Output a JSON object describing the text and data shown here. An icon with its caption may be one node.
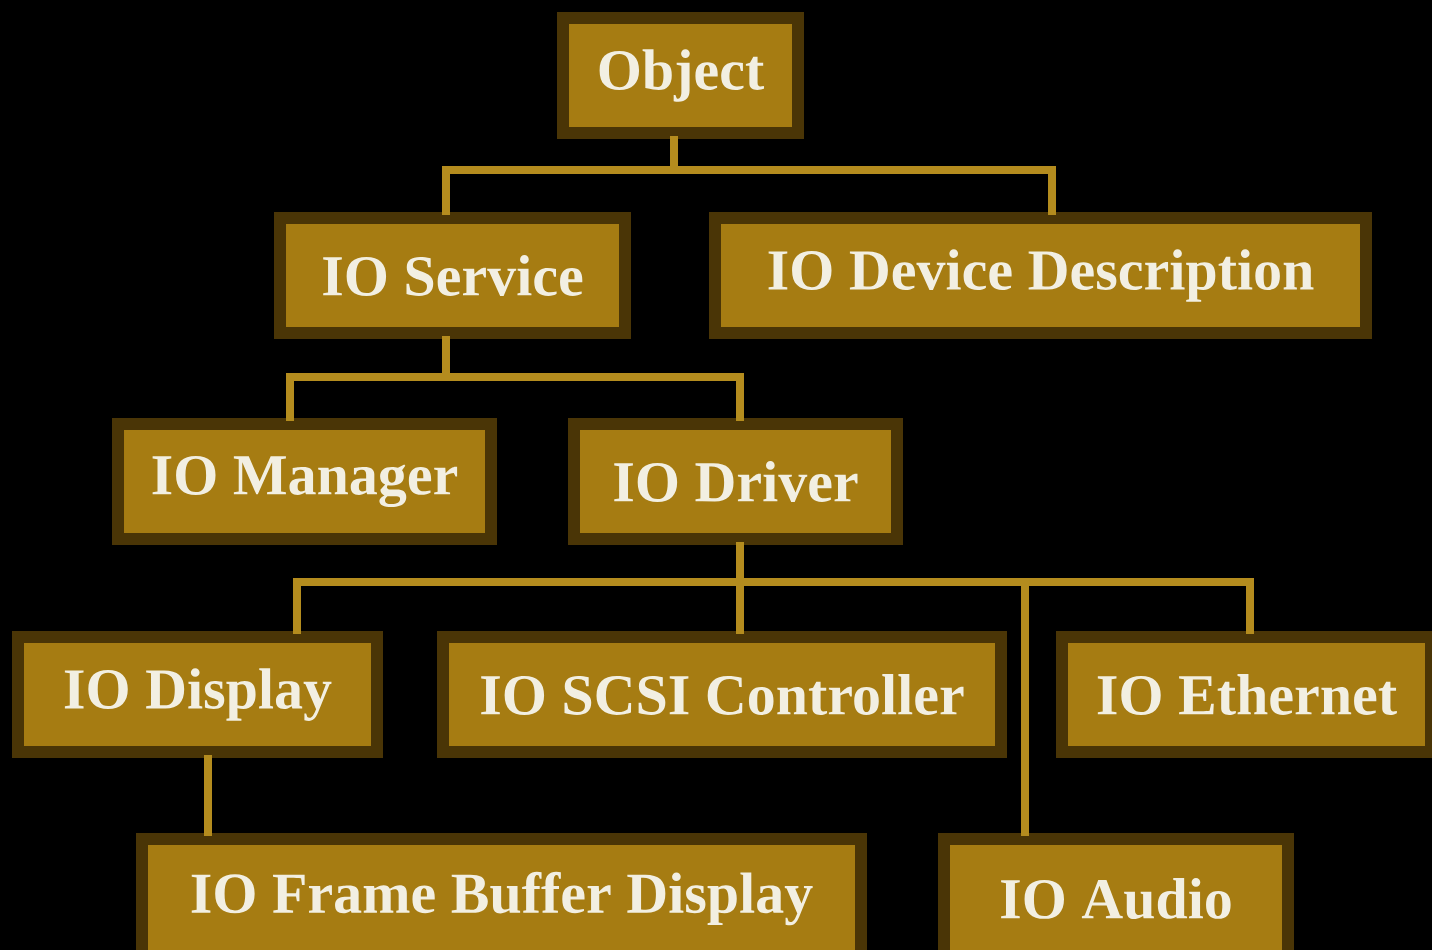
{
  "diagram": {
    "nodes": [
      {
        "text": [
          "Object"
        ]
      },
      {
        "text": [
          "IO Service"
        ]
      },
      {
        "text": [
          "IO Device Description"
        ]
      },
      {
        "text": [
          "IO Manager"
        ]
      },
      {
        "text": [
          "IO Driver"
        ]
      },
      {
        "text": [
          "IO Display"
        ]
      },
      {
        "text": [
          "IO SCSI Controller"
        ]
      },
      {
        "text": [
          "IO Ethernet"
        ]
      },
      {
        "text": [
          "IO Frame Buffer Display"
        ]
      },
      {
        "text": [
          "IO Audio"
        ]
      }
    ],
    "edges": [
      {
        "from": 0,
        "to": 1,
        "arrow": "none"
      },
      {
        "from": 0,
        "to": 2,
        "arrow": "none"
      },
      {
        "from": 1,
        "to": 3,
        "arrow": "none"
      },
      {
        "from": 1,
        "to": 4,
        "arrow": "none"
      },
      {
        "from": 4,
        "to": 5,
        "arrow": "none"
      },
      {
        "from": 4,
        "to": 6,
        "arrow": "none"
      },
      {
        "from": 4,
        "to": 7,
        "arrow": "none"
      },
      {
        "from": 4,
        "to": 9,
        "arrow": "none"
      },
      {
        "from": 5,
        "to": 8,
        "arrow": "none"
      }
    ]
  }
}
